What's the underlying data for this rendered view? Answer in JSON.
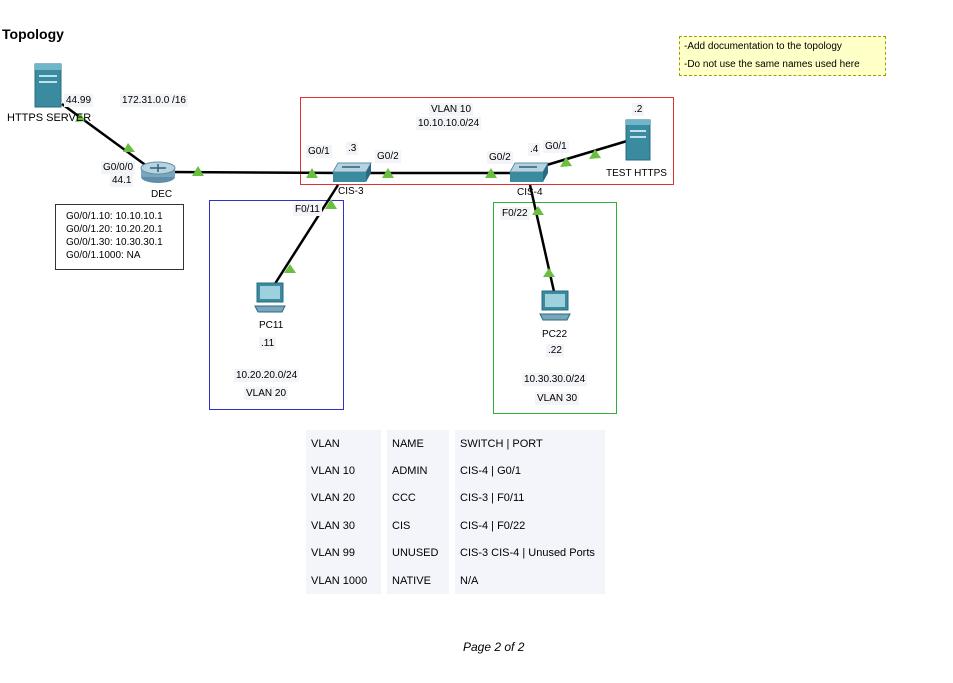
{
  "title": "Topology",
  "notes": [
    "-Add documentation to the topology",
    "-Do not use the same names used here"
  ],
  "colors": {
    "vlan10_box": "#e03030",
    "vlan20_box": "#3030d0",
    "vlan30_box": "#30b030",
    "link_up": "#6abf40",
    "device": "#3a8aa0"
  },
  "server": {
    "name": "HTTPS SERVER",
    "ip": "44.99",
    "network": "172.31.0.0 /16"
  },
  "router": {
    "name": "DEC",
    "iface": "G0/0/0",
    "ip": "44.1",
    "subinterfaces": [
      "G0/0/1.10: 10.10.10.1",
      "G0/0/1.20: 10.20.20.1",
      "G0/0/1.30: 10.30.30.1",
      "G0/0/1.1000: NA"
    ]
  },
  "vlan10": {
    "name": "VLAN 10",
    "network": "10.10.10.0/24"
  },
  "cis3": {
    "name": "CIS-3",
    "ip": ".3",
    "port_g01": "G0/1",
    "port_g02": "G0/2",
    "port_f011": "F0/11"
  },
  "cis4": {
    "name": "CIS-4",
    "ip": ".4",
    "port_g02": "G0/2",
    "port_g01": "G0/1",
    "port_f022": "F0/22"
  },
  "test_server": {
    "name": "TEST HTTPS",
    "ip": ".2"
  },
  "pc11": {
    "name": "PC11",
    "ip": ".11",
    "network": "10.20.20.0/24",
    "vlan": "VLAN 20"
  },
  "pc22": {
    "name": "PC22",
    "ip": ".22",
    "network": "10.30.30.0/24",
    "vlan": "VLAN 30"
  },
  "table": {
    "headers": [
      "VLAN",
      "NAME",
      "SWITCH | PORT"
    ],
    "rows": [
      [
        "VLAN 10",
        "ADMIN",
        "CIS-4  |  G0/1"
      ],
      [
        "VLAN 20",
        "CCC",
        "CIS-3  |  F0/11"
      ],
      [
        "VLAN 30",
        "CIS",
        "CIS-4  |  F0/22"
      ],
      [
        "VLAN 99",
        "UNUSED",
        "CIS-3  CIS-4  |  Unused Ports"
      ],
      [
        "VLAN 1000",
        "NATIVE",
        "N/A"
      ]
    ]
  },
  "footer": "Page 2 of 2"
}
